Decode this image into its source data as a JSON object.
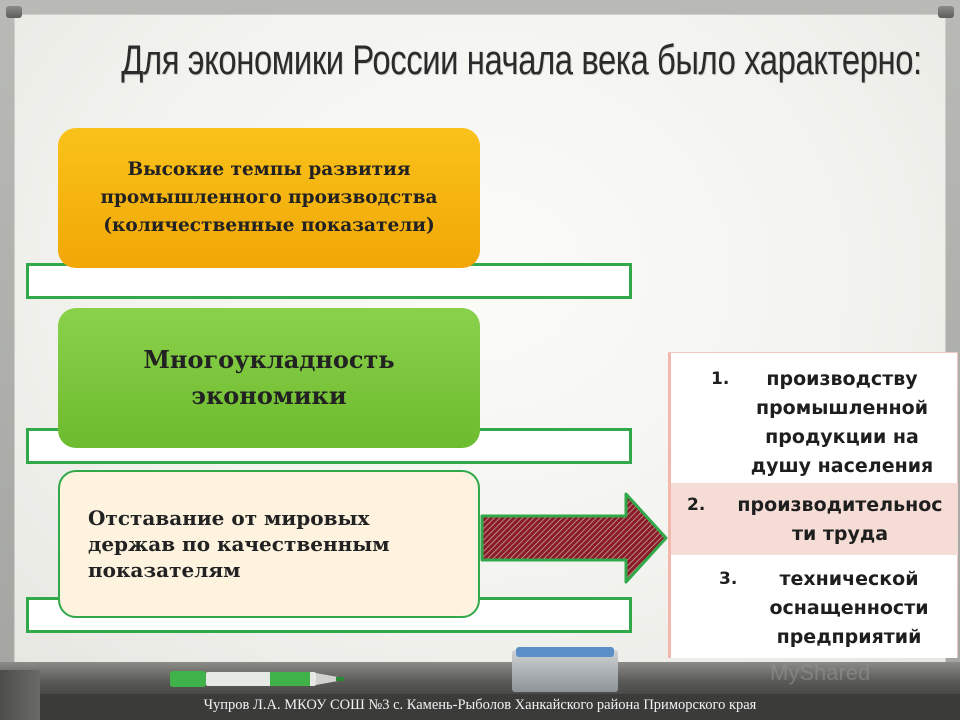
{
  "title": "Для экономики России начала века было характерно:",
  "boxes": {
    "box1": "Высокие темпы развития промышленного производства (количественные показатели)",
    "box2": "Многоукладность экономики",
    "box3": "Отставание от мировых держав по качественным показателям"
  },
  "list": [
    {
      "num": "1.",
      "text": "производству промышленной продукции на душу населения"
    },
    {
      "num": "2.",
      "text": "производительнос ти труда"
    },
    {
      "num": "3.",
      "text": "технической оснащенности предприятий"
    }
  ],
  "watermark": "MyShared",
  "footer": "Чупров Л.А. МКОУ СОШ №3 с. Камень-Рыболов Ханкайского района Приморского края",
  "colors": {
    "box1": "#f5b50f",
    "box2": "#7cc63c",
    "box3": "#fdf3df",
    "outline_green": "#31a84a",
    "arrow_fill": "#8b1a2a",
    "arrow_border": "#31a84a",
    "list_highlight": "#f5ddd6"
  }
}
